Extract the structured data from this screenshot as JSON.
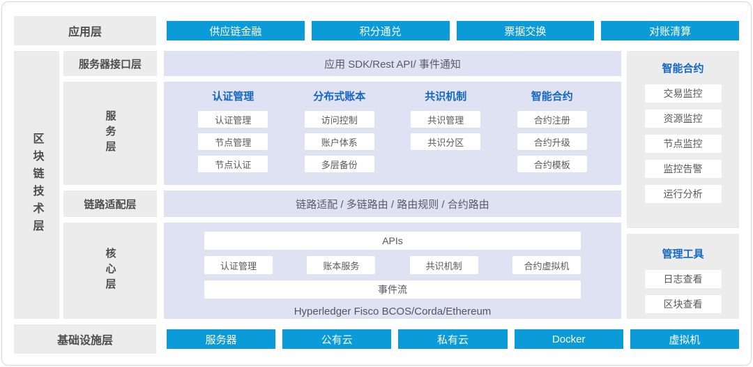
{
  "colors": {
    "accent_blue": "#0a9bd8",
    "header_text_blue": "#1467c2",
    "panel_lavender": "#dfe2f3",
    "panel_gray": "#ececec",
    "label_text": "#4d4d4d",
    "item_text": "#595959"
  },
  "app_layer": {
    "label": "应用层",
    "buttons": [
      "供应链金融",
      "积分通兑",
      "票据交换",
      "对账清算"
    ]
  },
  "tech_layer": {
    "label": "区块链技术层",
    "interface": {
      "label": "服务器接口层",
      "content": "应用 SDK/Rest API/ 事件通知"
    },
    "service": {
      "label": "服务层",
      "columns": [
        {
          "header": "认证管理",
          "items": [
            "认证管理",
            "节点管理",
            "节点认证"
          ]
        },
        {
          "header": "分布式账本",
          "items": [
            "访问控制",
            "账户体系",
            "多层备份"
          ]
        },
        {
          "header": "共识机制",
          "items": [
            "共识管理",
            "共识分区"
          ]
        },
        {
          "header": "智能合约",
          "items": [
            "合约注册",
            "合约升级",
            "合约模板"
          ]
        }
      ]
    },
    "adapter": {
      "label": "链路适配层",
      "content": "链路适配 / 多链路由 / 路由规则 / 合约路由"
    },
    "core": {
      "label": "核心层",
      "apis_bar": "APIs",
      "modules": [
        "认证管理",
        "账本服务",
        "共识机制",
        "合约虚拟机"
      ],
      "event_bar": "事件流",
      "platforms": "Hyperledger Fisco BCOS/Corda/Ethereum"
    }
  },
  "monitor_panel": {
    "header": "智能合约",
    "items": [
      "交易监控",
      "资源监控",
      "节点监控",
      "监控告警",
      "运行分析"
    ]
  },
  "tools_panel": {
    "header": "管理工具",
    "items": [
      "日志查看",
      "区块查看"
    ]
  },
  "infra_layer": {
    "label": "基础设施层",
    "buttons": [
      "服务器",
      "公有云",
      "私有云",
      "Docker",
      "虚拟机"
    ]
  }
}
